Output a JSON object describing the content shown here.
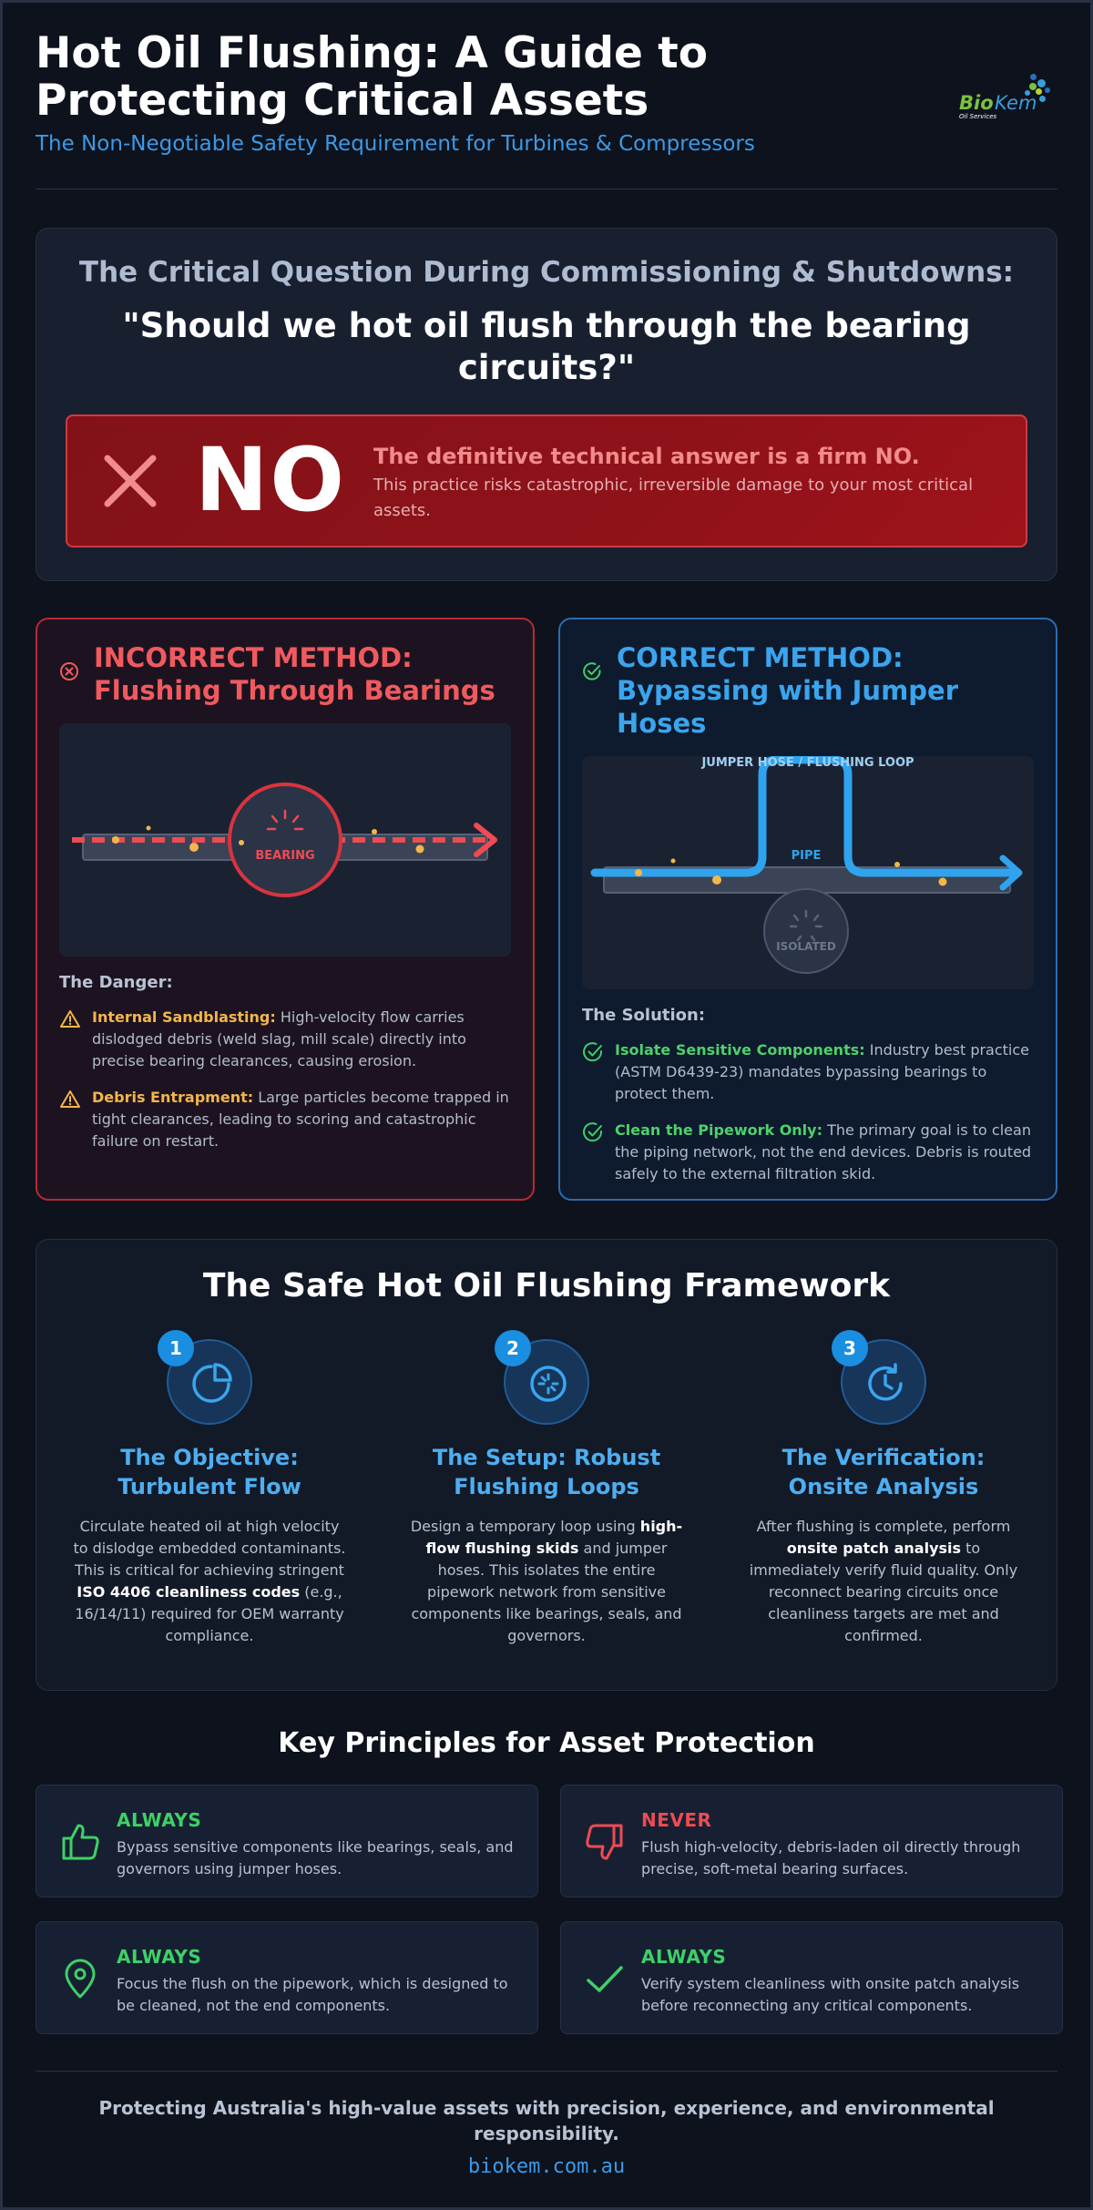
{
  "header": {
    "title": "Hot Oil Flushing: A Guide to Protecting Critical Assets",
    "subtitle": "The Non-Negotiable Safety Requirement for Turbines & Compressors",
    "logo": {
      "brand_bio": "Bio",
      "brand_kem": "Kem",
      "tagline": "Oil Services"
    }
  },
  "question": {
    "heading": "The Critical Question During Commissioning & Shutdowns:",
    "quote": "\"Should we hot oil flush through the bearing circuits?\"",
    "answer_word": "NO",
    "answer_title": "The definitive technical answer is a firm NO.",
    "answer_text": "This practice risks catastrophic, irreversible damage to your most critical assets."
  },
  "incorrect": {
    "title": "INCORRECT METHOD: Flushing Through Bearings",
    "illustration_label": "BEARING",
    "section_label": "The Danger:",
    "points": [
      {
        "lead": "Internal Sandblasting:",
        "text": " High-velocity flow carries dislodged debris (weld slag, mill scale) directly into precise bearing clearances, causing erosion."
      },
      {
        "lead": "Debris Entrapment:",
        "text": " Large particles become trapped in tight clearances, leading to scoring and catastrophic failure on restart."
      }
    ]
  },
  "correct": {
    "title": "CORRECT METHOD: Bypassing with Jumper Hoses",
    "illustration_loop_label": "JUMPER HOSE / FLUSHING LOOP",
    "illustration_pipe_label": "PIPE",
    "illustration_isolated_label": "ISOLATED",
    "section_label": "The Solution:",
    "points": [
      {
        "lead": "Isolate Sensitive Components:",
        "text": " Industry best practice (ASTM D6439-23) mandates bypassing bearings to protect them."
      },
      {
        "lead": "Clean the Pipework Only:",
        "text": " The primary goal is to clean the piping network, not the end devices. Debris is routed safely to the external filtration skid."
      }
    ]
  },
  "framework": {
    "title": "The Safe Hot Oil Flushing Framework",
    "steps": [
      {
        "num": "1",
        "icon": "pie-chart-icon",
        "title": "The Objective: Turbulent Flow",
        "t1": "Circulate heated oil at high velocity to dislodge embedded contaminants. This is critical for achieving stringent ",
        "b1": "ISO 4406 cleanliness codes",
        "t2": " (e.g., 16/14/11) required for OEM warranty compliance."
      },
      {
        "num": "2",
        "icon": "gear-settings-icon",
        "title": "The Setup: Robust Flushing Loops",
        "t1": "Design a temporary loop using ",
        "b1": "high-flow flushing skids",
        "t2": " and jumper hoses. This isolates the entire pipework network from sensitive components like bearings, seals, and governors."
      },
      {
        "num": "3",
        "icon": "refresh-clock-icon",
        "title": "The Verification: Onsite Analysis",
        "t1": "After flushing is complete, perform ",
        "b1": "onsite patch analysis",
        "t2": " to immediately verify fluid quality. Only reconnect bearing circuits once cleanliness targets are met and confirmed."
      }
    ]
  },
  "principles": {
    "title": "Key Principles for Asset Protection",
    "items": [
      {
        "tag": "ALWAYS",
        "kind": "always",
        "icon": "thumbs-up-icon",
        "text": "Bypass sensitive components like bearings, seals, and governors using jumper hoses."
      },
      {
        "tag": "NEVER",
        "kind": "never",
        "icon": "thumbs-down-icon",
        "text": "Flush high-velocity, debris-laden oil directly through precise, soft-metal bearing surfaces."
      },
      {
        "tag": "ALWAYS",
        "kind": "always",
        "icon": "map-pin-icon",
        "text": "Focus the flush on the pipework, which is designed to be cleaned, not the end components."
      },
      {
        "tag": "ALWAYS",
        "kind": "always",
        "icon": "check-icon",
        "text": "Verify system cleanliness with onsite patch analysis before reconnecting any critical components."
      }
    ]
  },
  "footer": {
    "text": "Protecting Australia's high-value assets with precision, experience, and environmental responsibility.",
    "link": "biokem.com.au"
  },
  "colors": {
    "background": "#0d121c",
    "accent_blue": "#3b9ae8",
    "danger_red": "#f05a5f",
    "success_green": "#3fd067",
    "warning_yellow": "#f3b64a"
  }
}
